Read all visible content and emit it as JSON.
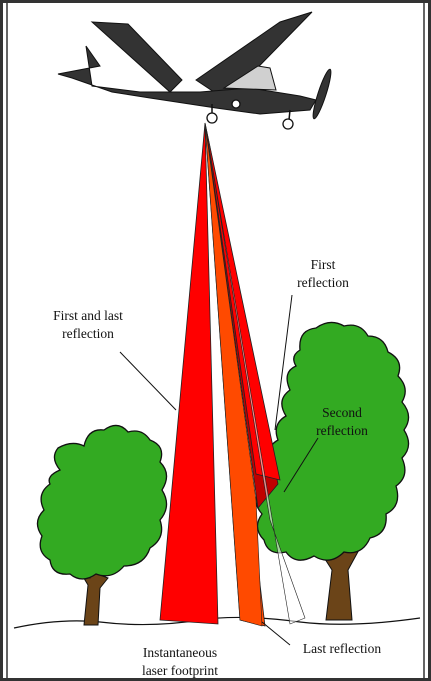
{
  "labels": {
    "first_and_last_line1": "First and last",
    "first_and_last_line2": "reflection",
    "first_line1": "First",
    "first_line2": "reflection",
    "second_line1": "Second",
    "second_line2": "reflection",
    "last": "Last reflection",
    "footprint_line1": "Instantaneous",
    "footprint_line2": "laser footprint"
  },
  "colors": {
    "beam_red": "#ff0000",
    "beam_dark_red": "#c00000",
    "beam_orange": "#ff4a00",
    "tree_foliage": "#33aa22",
    "tree_trunk": "#6b4418",
    "plane_body": "#333333",
    "frame": "#333333"
  }
}
